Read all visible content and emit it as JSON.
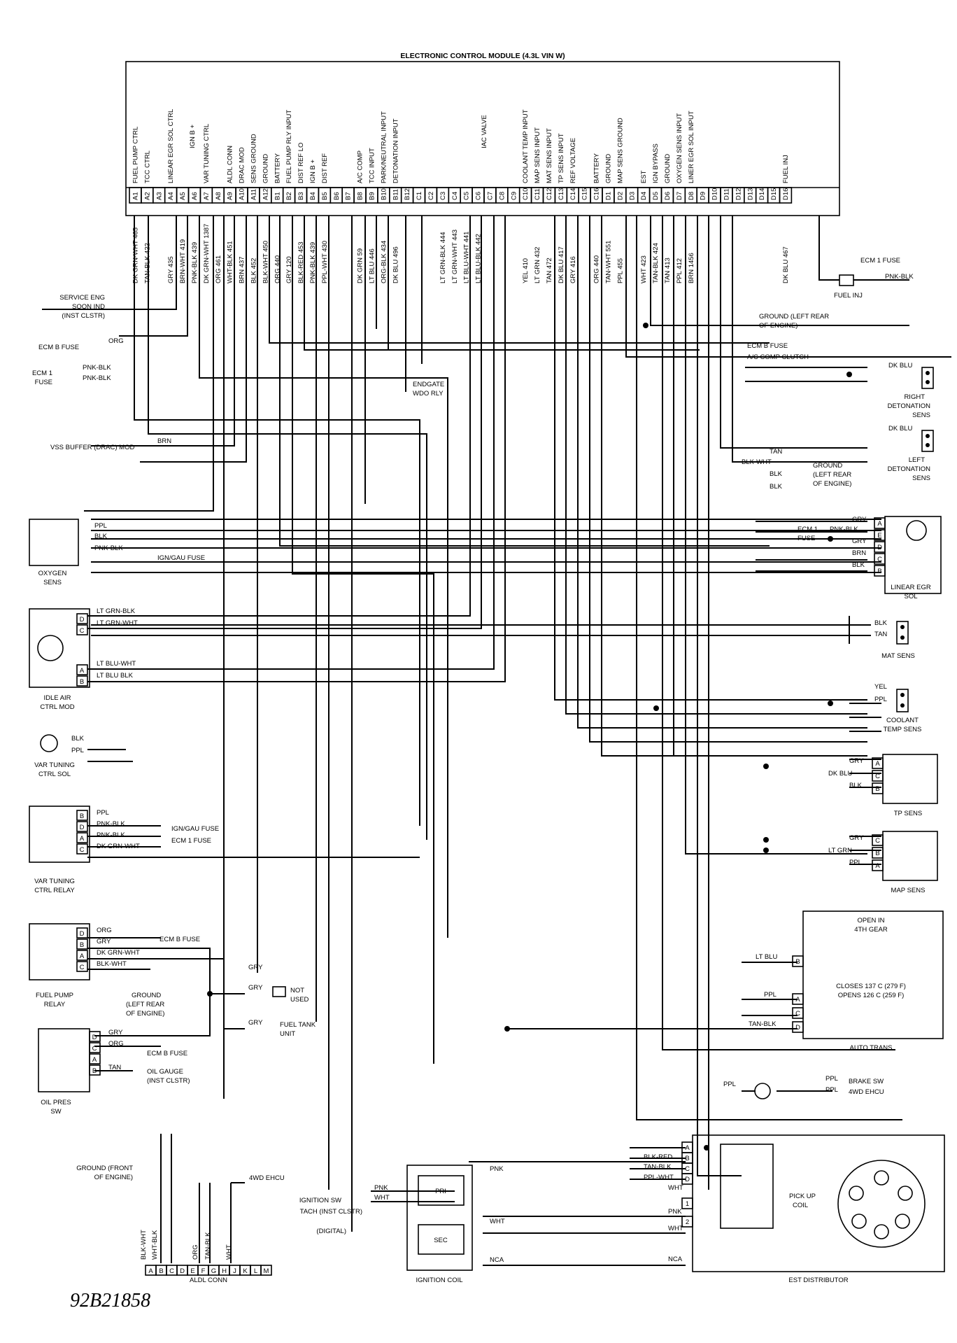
{
  "module": {
    "title": "ELECTRONIC CONTROL MODULE (4.3L VIN W)",
    "groups": [
      {
        "label": "IGN B +"
      },
      {
        "label": "IAC VALVE"
      }
    ],
    "pins": [
      {
        "pin": "A1",
        "function": "FUEL PUMP CTRL",
        "wire": "DK GRN-WHT 465"
      },
      {
        "pin": "A2",
        "function": "TCC CTRL",
        "wire": "TAN-BLK 422"
      },
      {
        "pin": "A3",
        "function": "",
        "wire": ""
      },
      {
        "pin": "A4",
        "function": "LINEAR EGR SOL CTRL",
        "wire": "GRY 435"
      },
      {
        "pin": "A5",
        "function": "",
        "wire": "BRN-WHT 419"
      },
      {
        "pin": "A6",
        "function": "",
        "wire": "PNK-BLK 439"
      },
      {
        "pin": "A7",
        "function": "VAR TUNING CTRL",
        "wire": "DK GRN-WHT 1387"
      },
      {
        "pin": "A8",
        "function": "",
        "wire": "ORG 461"
      },
      {
        "pin": "A9",
        "function": "ALDL CONN",
        "wire": "WHT-BLK 451"
      },
      {
        "pin": "A10",
        "function": "DRAC MOD",
        "wire": "BRN 437"
      },
      {
        "pin": "A11",
        "function": "SENS GROUND",
        "wire": "BLK 452"
      },
      {
        "pin": "A12",
        "function": "GROUND",
        "wire": "BLK-WHT 450"
      },
      {
        "pin": "B1",
        "function": "BATTERY",
        "wire": "ORG 440"
      },
      {
        "pin": "B2",
        "function": "FUEL PUMP RLY INPUT",
        "wire": "GRY 120"
      },
      {
        "pin": "B3",
        "function": "DIST REF LO",
        "wire": "BLK-RED 453"
      },
      {
        "pin": "B4",
        "function": "IGN B +",
        "wire": "PNK-BLK 439"
      },
      {
        "pin": "B5",
        "function": "DIST REF",
        "wire": "PPL-WHT 430"
      },
      {
        "pin": "B6",
        "function": "",
        "wire": ""
      },
      {
        "pin": "B7",
        "function": "",
        "wire": ""
      },
      {
        "pin": "B8",
        "function": "A/C COMP",
        "wire": "DK GRN 59"
      },
      {
        "pin": "B9",
        "function": "TCC INPUT",
        "wire": "LT BLU 446"
      },
      {
        "pin": "B10",
        "function": "PARK/NEUTRAL INPUT",
        "wire": "ORG-BLK 434"
      },
      {
        "pin": "B11",
        "function": "DETONATION INPUT",
        "wire": "DK BLU 496"
      },
      {
        "pin": "B12",
        "function": "",
        "wire": ""
      },
      {
        "pin": "C1",
        "function": "",
        "wire": ""
      },
      {
        "pin": "C2",
        "function": "",
        "wire": ""
      },
      {
        "pin": "C3",
        "function": "",
        "wire": "LT GRN-BLK 444"
      },
      {
        "pin": "C4",
        "function": "",
        "wire": "LT GRN-WHT 443"
      },
      {
        "pin": "C5",
        "function": "",
        "wire": "LT BLU-WHT 441"
      },
      {
        "pin": "C6",
        "function": "",
        "wire": "LT BLU-BLK 442"
      },
      {
        "pin": "C7",
        "function": "",
        "wire": ""
      },
      {
        "pin": "C8",
        "function": "",
        "wire": ""
      },
      {
        "pin": "C9",
        "function": "",
        "wire": ""
      },
      {
        "pin": "C10",
        "function": "COOLANT TEMP INPUT",
        "wire": "YEL 410"
      },
      {
        "pin": "C11",
        "function": "MAP SENS INPUT",
        "wire": "LT GRN 432"
      },
      {
        "pin": "C12",
        "function": "MAT SENS INPUT",
        "wire": "TAN 472"
      },
      {
        "pin": "C13",
        "function": "TP SENS INPUT",
        "wire": "DK BLU 417"
      },
      {
        "pin": "C14",
        "function": "REF VOLTAGE",
        "wire": "GRY 416"
      },
      {
        "pin": "C15",
        "function": "",
        "wire": ""
      },
      {
        "pin": "C16",
        "function": "BATTERY",
        "wire": "ORG 440"
      },
      {
        "pin": "D1",
        "function": "GROUND",
        "wire": "TAN-WHT 551"
      },
      {
        "pin": "D2",
        "function": "MAP SENS GROUND",
        "wire": "PPL 455"
      },
      {
        "pin": "D3",
        "function": "",
        "wire": ""
      },
      {
        "pin": "D4",
        "function": "EST",
        "wire": "WHT 423"
      },
      {
        "pin": "D5",
        "function": "IGN BYPASS",
        "wire": "TAN-BLK 424"
      },
      {
        "pin": "D6",
        "function": "GROUND",
        "wire": "TAN 413"
      },
      {
        "pin": "D7",
        "function": "OXYGEN SENS INPUT",
        "wire": "PPL 412"
      },
      {
        "pin": "D8",
        "function": "LINER EGR SOL INPUT",
        "wire": "BRN 1456"
      },
      {
        "pin": "D9",
        "function": "",
        "wire": ""
      },
      {
        "pin": "D10",
        "function": "",
        "wire": ""
      },
      {
        "pin": "D11",
        "function": "",
        "wire": ""
      },
      {
        "pin": "D12",
        "function": "",
        "wire": ""
      },
      {
        "pin": "D13",
        "function": "",
        "wire": ""
      },
      {
        "pin": "D14",
        "function": "",
        "wire": ""
      },
      {
        "pin": "D15",
        "function": "",
        "wire": ""
      },
      {
        "pin": "D16",
        "function": "FUEL INJ",
        "wire": "DK BLU 467"
      }
    ]
  },
  "left_labels": {
    "service_eng": [
      "SERVICE ENG",
      "SOON IND",
      "(INST CLSTR)"
    ],
    "ecm_b_fuse": "ECM B FUSE",
    "ecm_b_wire": "ORG",
    "ecm1_fuse": [
      "ECM 1",
      "FUSE"
    ],
    "ecm1_wire1": "PNK-BLK",
    "ecm1_wire2": "PNK-BLK",
    "vss_buffer": "VSS BUFFER (DRAC) MOD",
    "vss_wire": "BRN"
  },
  "oxygen_sens": {
    "label": [
      "OXYGEN",
      "SENS"
    ],
    "wires": [
      "PPL",
      "BLK",
      "PNK-BLK"
    ],
    "fuse": "IGN/GAU FUSE"
  },
  "idle_air": {
    "label": [
      "IDLE AIR",
      "CTRL MOD"
    ],
    "pins": [
      "D",
      "C",
      "A",
      "B"
    ],
    "wires": [
      "LT GRN-BLK",
      "LT GRN-WHT",
      "LT BLU-WHT",
      "LT BLU BLK"
    ]
  },
  "var_tuning_sol": {
    "label": [
      "VAR TUNING",
      "CTRL SOL"
    ],
    "wires": [
      "BLK",
      "PPL"
    ]
  },
  "var_tuning_relay": {
    "label": [
      "VAR TUNING",
      "CTRL RELAY"
    ],
    "pins": [
      "B",
      "D",
      "A",
      "C"
    ],
    "wires": [
      "PPL",
      "PNK-BLK",
      "PNK-BLK",
      "DK GRN-WHT"
    ],
    "fuses": [
      "IGN/GAU FUSE",
      "ECM 1 FUSE"
    ]
  },
  "fuel_pump_relay": {
    "label": [
      "FUEL PUMP",
      "RELAY"
    ],
    "pins": [
      "D",
      "B",
      "A",
      "C"
    ],
    "wires": [
      "ORG",
      "GRY",
      "DK GRN-WHT",
      "BLK-WHT"
    ],
    "ecm_b_fuse": "ECM B FUSE",
    "ground": [
      "GROUND",
      "(LEFT REAR",
      "OF ENGINE)"
    ],
    "gry": "GRY",
    "not_used": [
      "NOT",
      "USED"
    ],
    "fuel_tank": [
      "FUEL TANK",
      "UNIT"
    ]
  },
  "oil_pres": {
    "label": [
      "OIL PRES",
      "SW"
    ],
    "pins": [
      "D",
      "C",
      "A",
      "B"
    ],
    "wires": [
      "GRY",
      "ORG",
      "TAN"
    ],
    "ecm_b_fuse": "ECM B FUSE",
    "oil_gauge": [
      "OIL GAUGE",
      "(INST CLSTR)"
    ]
  },
  "aldl": {
    "label": "ALDL CONN",
    "ground": [
      "GROUND (FRONT",
      "OF ENGINE)"
    ],
    "pins": [
      "A",
      "B",
      "C",
      "D",
      "E",
      "F",
      "G",
      "H",
      "J",
      "K",
      "L",
      "M"
    ],
    "wires": [
      "BLK-WHT",
      "WHT-BLK",
      "ORG",
      "TAN-BLK",
      "WHT"
    ],
    "ehcu": "4WD EHCU"
  },
  "ignition_coil": {
    "label": "IGNITION COIL",
    "pri": "PRI",
    "sec": "SEC",
    "ign_sw": "IGNITION SW",
    "tach": "TACH (INST CLSTR)",
    "digital": "(DIGITAL)",
    "wires": [
      "PNK",
      "WHT",
      "PNK",
      "WHT",
      "NCA"
    ]
  },
  "est_distributor": {
    "label": "EST DISTRIBUTOR",
    "pickup": [
      "PICK UP",
      "COIL"
    ],
    "pins": [
      "A",
      "B",
      "C",
      "D",
      "1",
      "2"
    ],
    "wires": [
      "BLK-RED",
      "TAN-BLK",
      "PPL-WHT",
      "WHT",
      "PNK",
      "WHT",
      "NCA"
    ]
  },
  "right_labels": {
    "ecm1_fuse": "ECM 1 FUSE",
    "fuel_inj_wire": "PNK-BLK",
    "fuel_inj": "FUEL INJ",
    "ground_lr": [
      "GROUND (LEFT REAR",
      "OF ENGINE)"
    ],
    "ecm_b_fuse": "ECM B FUSE",
    "ac_clutch": "A/C COMP CLUTCH",
    "endgate": [
      "ENDGATE",
      "WDO RLY"
    ],
    "right_det": [
      "RIGHT",
      "DETONATION",
      "SENS"
    ],
    "left_det": [
      "LEFT",
      "DETONATION",
      "SENS"
    ],
    "dk_blu": "DK BLU",
    "ground_group": [
      "GROUND",
      "(LEFT REAR",
      "OF ENGINE)"
    ],
    "ground_wires": [
      "TAN",
      "BLK-WHT",
      "BLK",
      "BLK"
    ]
  },
  "linear_egr": {
    "label": [
      "LINEAR EGR",
      "SOL"
    ],
    "pins": [
      "A",
      "E",
      "D",
      "C",
      "B"
    ],
    "wires": [
      "GRY",
      "PNK-BLK",
      "GRY",
      "BRN",
      "BLK"
    ],
    "fuse": [
      "ECM 1",
      "FUSE"
    ]
  },
  "mat_sens": {
    "label": "MAT SENS",
    "wires": [
      "BLK",
      "TAN"
    ]
  },
  "coolant": {
    "label": [
      "COOLANT",
      "TEMP SENS"
    ],
    "wires": [
      "YEL",
      "PPL"
    ]
  },
  "tp_sens": {
    "label": "TP SENS",
    "pins": [
      "A",
      "C",
      "B"
    ],
    "wires": [
      "GRY",
      "DK BLU",
      "BLK"
    ]
  },
  "map_sens": {
    "label": "MAP SENS",
    "pins": [
      "C",
      "B",
      "A"
    ],
    "wires": [
      "GRY",
      "LT GRN",
      "PPL"
    ]
  },
  "auto_trans": {
    "label": "AUTO TRANS",
    "open": [
      "OPEN IN",
      "4TH GEAR"
    ],
    "closes": "CLOSES 137 C (279 F)",
    "opens": "OPENS 126 C (259 F)",
    "pins": [
      "B",
      "A",
      "C",
      "D"
    ],
    "wires": [
      "LT BLU",
      "PPL",
      "TAN-BLK"
    ]
  },
  "brake": {
    "brake_sw": "BRAKE SW",
    "ehcu": "4WD EHCU",
    "wires": [
      "PPL",
      "PPL",
      "PPL"
    ]
  },
  "ref_number": "92B21858"
}
